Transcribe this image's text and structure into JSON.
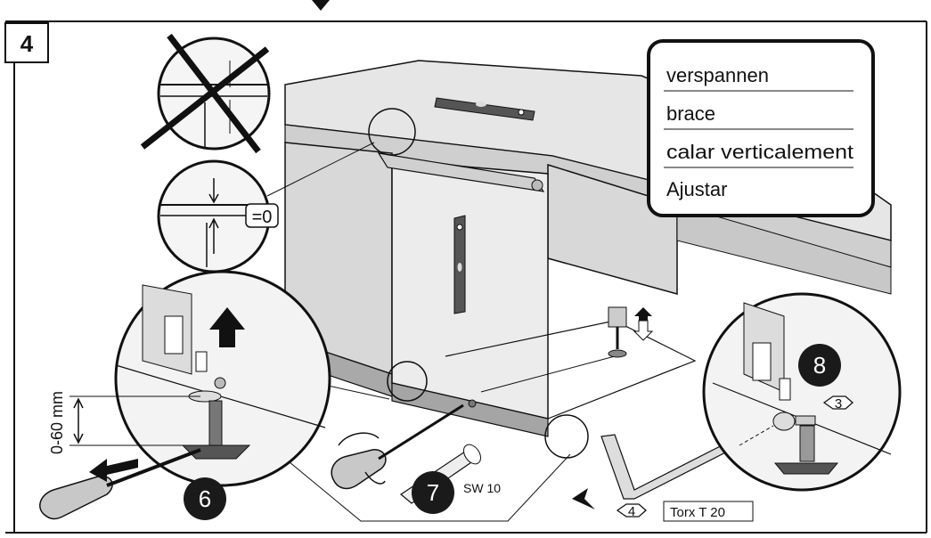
{
  "step_number": "4",
  "translation_box": {
    "items": [
      "verspannen",
      "brace",
      "calar verticalement",
      "Ajustar"
    ]
  },
  "zero_gap_label": "=0",
  "height_range_label": "0-60 mm",
  "wrench_size_label": "SW 10",
  "tool_label": "Torx T 20",
  "step_badges": {
    "left": "6",
    "center": "7",
    "right": "8"
  },
  "part_refs": {
    "screw": "3",
    "bracket": "4"
  },
  "colors": {
    "line": "#111111",
    "cabinet_light": "#e6e6e6",
    "cabinet_mid": "#d3d3d3",
    "cabinet_dark": "#bdbdbd",
    "plinth": "#a9a9a9",
    "badge": "#1a1a1a"
  }
}
